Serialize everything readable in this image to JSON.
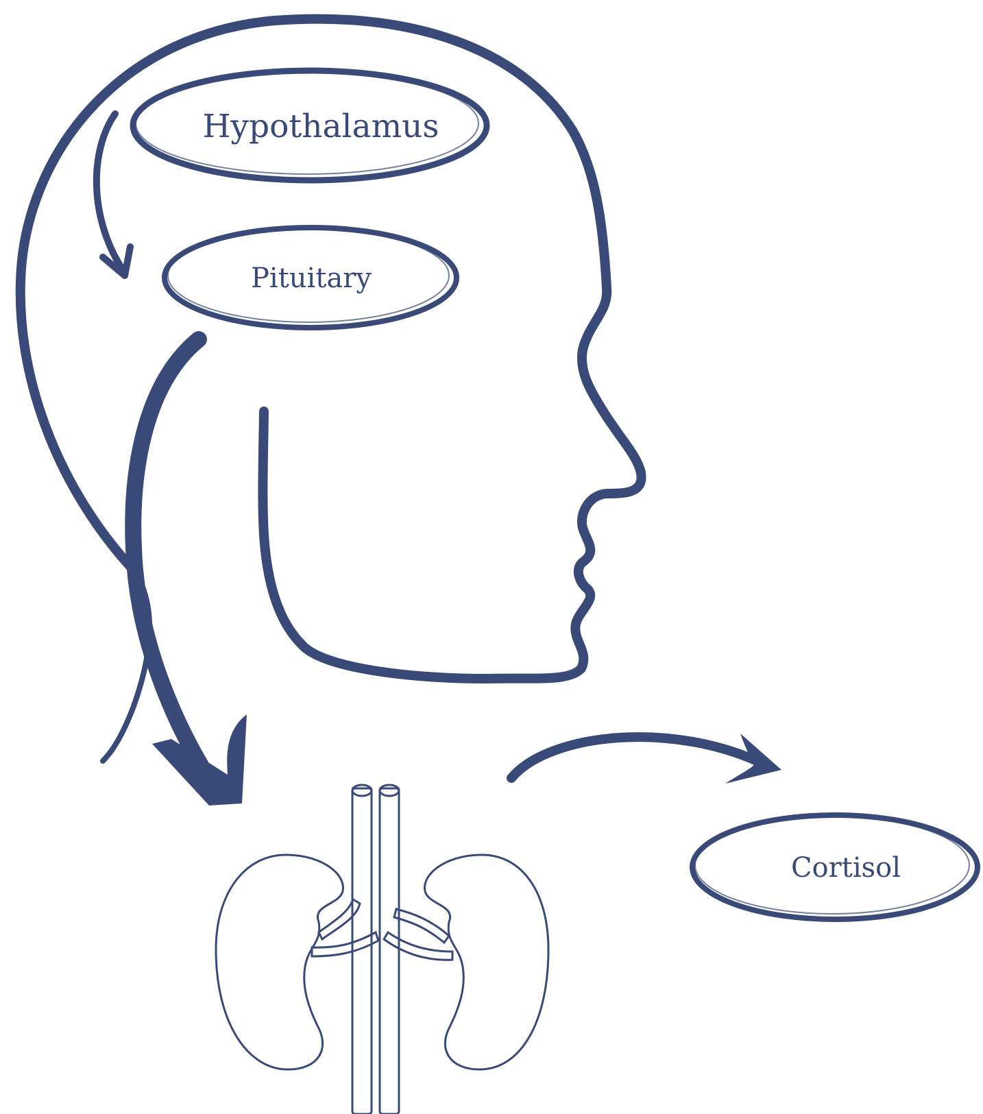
{
  "labels": {
    "hypothalamus": "Hypothalamus",
    "pituitary": "Pituitary",
    "cortisol": "Cortisol"
  },
  "colors": {
    "ink": "#3a4a78",
    "background": "#ffffff"
  },
  "icons": {
    "head": "head-profile-icon",
    "kidneys": "kidneys-adrenal-icon",
    "arrow": "curved-arrow-icon"
  }
}
